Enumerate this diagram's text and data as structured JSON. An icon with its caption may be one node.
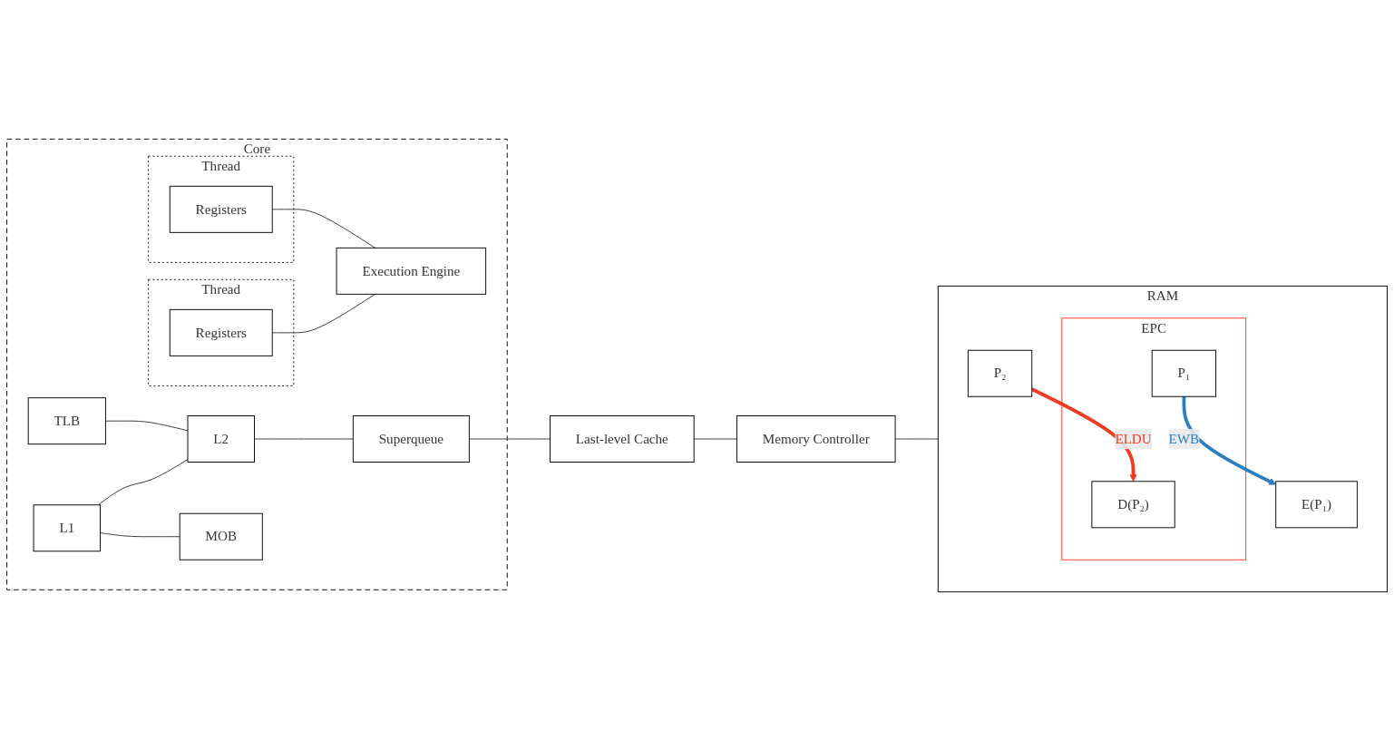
{
  "diagram": {
    "nodes": [
      {
        "text": [
          "Core"
        ]
      },
      {
        "text": [
          "Thread"
        ],
        "in": 0
      },
      {
        "text": [
          "Registers"
        ],
        "in": 1
      },
      {
        "text": [
          "Thread"
        ],
        "in": 0
      },
      {
        "text": [
          "Registers"
        ],
        "in": 3
      },
      {
        "text": [
          "Execution Engine"
        ],
        "in": 0
      },
      {
        "text": [
          "TLB"
        ],
        "in": 0
      },
      {
        "text": [
          "L1"
        ],
        "in": 0
      },
      {
        "text": [
          "MOB"
        ],
        "in": 0
      },
      {
        "text": [
          "L2"
        ],
        "in": 0
      },
      {
        "text": [
          "Superqueue"
        ],
        "in": 0
      },
      {
        "text": [
          "Last-level Cache"
        ]
      },
      {
        "text": [
          "Memory Controller"
        ]
      },
      {
        "text": [
          "RAM"
        ]
      },
      {
        "text": [
          "EPC"
        ],
        "in": 13
      },
      {
        "text": [
          "P₁"
        ],
        "in": 14
      },
      {
        "text": [
          "D(P₂)"
        ],
        "in": 14
      },
      {
        "text": [
          "P₂"
        ],
        "in": 13
      },
      {
        "text": [
          "E(P₁)"
        ],
        "in": 13
      }
    ],
    "edges": [
      {
        "from": 2,
        "to": 5,
        "arrow": "none"
      },
      {
        "from": 4,
        "to": 5,
        "arrow": "none"
      },
      {
        "from": 6,
        "to": 9,
        "arrow": "none"
      },
      {
        "from": 7,
        "to": 9,
        "arrow": "none"
      },
      {
        "from": 7,
        "to": 8,
        "arrow": "none"
      },
      {
        "from": 9,
        "to": 10,
        "arrow": "none"
      },
      {
        "from": 10,
        "to": 11,
        "arrow": "none"
      },
      {
        "from": 11,
        "to": 12,
        "arrow": "none"
      },
      {
        "from": 12,
        "to": 13,
        "arrow": "none"
      },
      {
        "from": 15,
        "to": 18,
        "arrow": "to",
        "label": "EWB",
        "style": "thick",
        "color": "#2e7ebf"
      },
      {
        "from": 17,
        "to": 16,
        "arrow": "to",
        "label": "ELDU",
        "style": "thick",
        "color": "#f03c1e"
      }
    ]
  }
}
